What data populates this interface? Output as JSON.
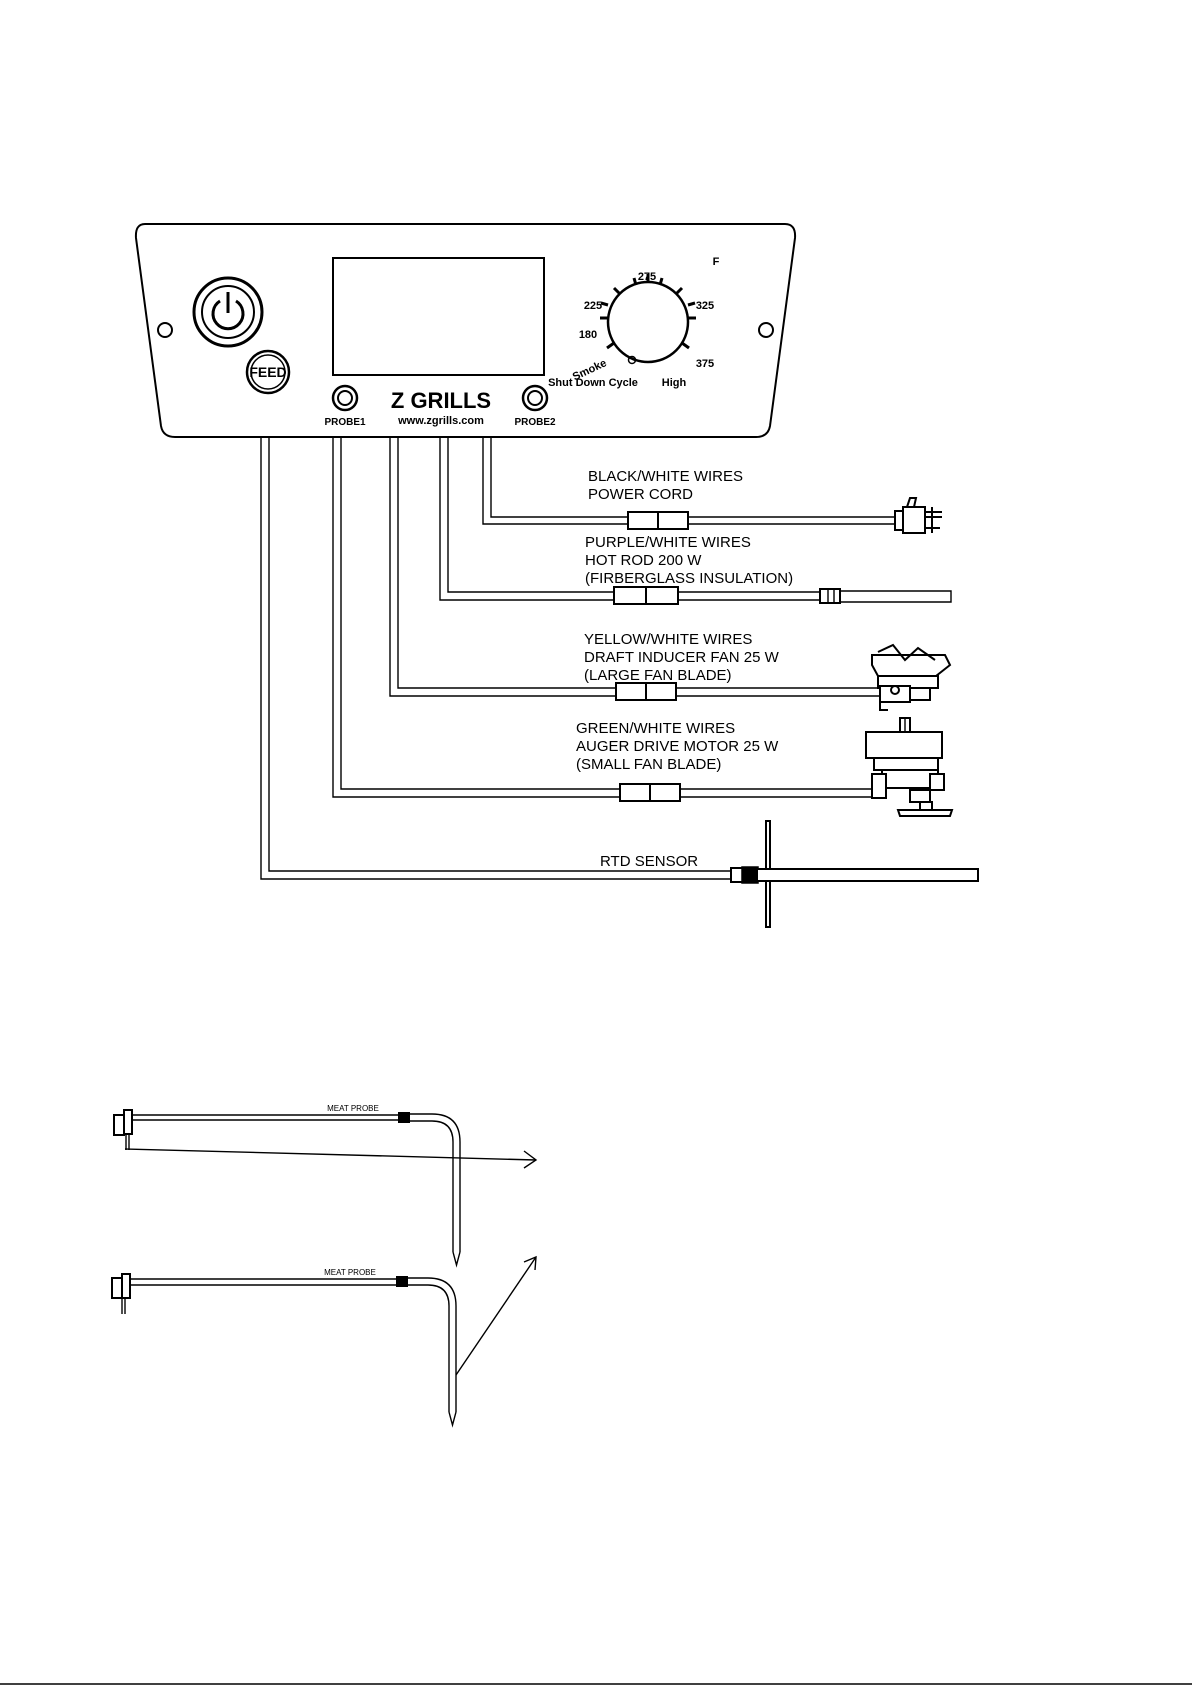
{
  "panel": {
    "brand": "Z GRILLS",
    "website": "www.zgrills.com",
    "feed_label": "FEED",
    "probe1_label": "PROBE1",
    "probe2_label": "PROBE2",
    "unit_label": "F",
    "dial": {
      "t275": "275",
      "t225": "225",
      "t325": "325",
      "t180": "180",
      "t375": "375",
      "smoke": "Smoke",
      "shutdown": "Shut Down Cycle",
      "high": "High"
    }
  },
  "wires": [
    {
      "lines": [
        "BLACK/WHITE WIRES",
        "POWER CORD"
      ]
    },
    {
      "lines": [
        "PURPLE/WHITE WIRES",
        "HOT ROD 200 W",
        "(FIRBERGLASS INSULATION)"
      ]
    },
    {
      "lines": [
        "YELLOW/WHITE WIRES",
        "DRAFT INDUCER FAN 25 W",
        "(LARGE FAN BLADE)"
      ]
    },
    {
      "lines": [
        "GREEN/WHITE WIRES",
        "AUGER DRIVE MOTOR 25 W",
        "(SMALL FAN BLADE)"
      ]
    },
    {
      "lines": [
        "RTD SENSOR"
      ]
    }
  ],
  "probes": [
    {
      "label": "MEAT PROBE"
    },
    {
      "label": "MEAT PROBE"
    }
  ]
}
